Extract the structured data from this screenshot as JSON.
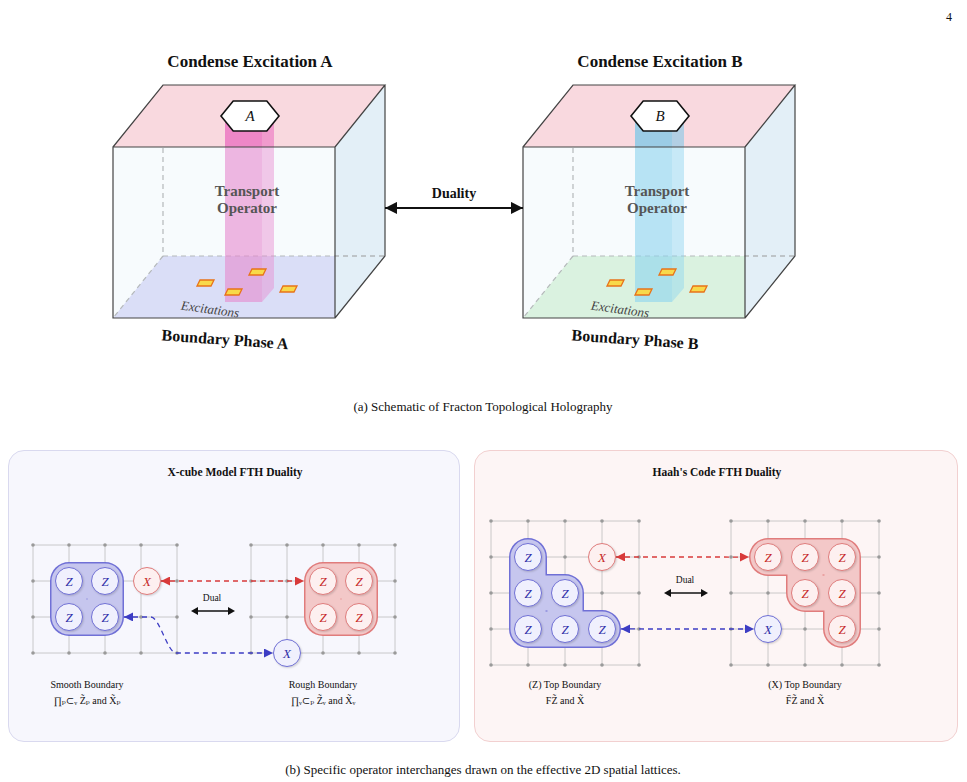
{
  "diagram": {
    "caption": "(b) Specific operator interchanges drawn on the effective 2D spatial lattices.",
    "nodes": [
      {
        "text": [
          "Condense Excitation A",
          "Transport Operator",
          "Excitations",
          "Boundary Phase A"
        ]
      },
      {
        "text": [
          "A"
        ],
        "in": 0
      },
      {
        "text": [
          "Condense Excitation B",
          "Transport Operator",
          "Excitations",
          "Boundary Phase B"
        ]
      },
      {
        "text": [
          "B"
        ],
        "in": 2
      },
      {
        "text": [
          "X-cube Model FTH Duality",
          "Smooth Boundary",
          "∏ₚ⊂ᵥ Z̃ₚ and X̃ₚ",
          "Rough Boundary",
          "∏ᵥ⊂ₚ Z̃ᵥ and X̃ᵥ"
        ]
      },
      {
        "text": [],
        "in": 4
      },
      {
        "text": [
          "Z"
        ],
        "in": 5
      },
      {
        "text": [
          "Z"
        ],
        "in": 5
      },
      {
        "text": [
          "Z"
        ],
        "in": 5
      },
      {
        "text": [
          "Z"
        ],
        "in": 5
      },
      {
        "text": [
          "X"
        ],
        "in": 4
      },
      {
        "text": [],
        "in": 4
      },
      {
        "text": [
          "Z"
        ],
        "in": 11
      },
      {
        "text": [
          "Z"
        ],
        "in": 11
      },
      {
        "text": [
          "Z"
        ],
        "in": 11
      },
      {
        "text": [
          "Z"
        ],
        "in": 11
      },
      {
        "text": [
          "X"
        ],
        "in": 4
      },
      {
        "text": [
          "Haah's Code FTH Duality",
          "(Z) Top Boundary",
          "FZ̃ and X̃",
          "(X) Top Boundary",
          "F̄Z̃ and X̃"
        ]
      },
      {
        "text": [],
        "in": 17
      },
      {
        "text": [
          "Z"
        ],
        "in": 18
      },
      {
        "text": [
          "Z"
        ],
        "in": 18
      },
      {
        "text": [
          "Z"
        ],
        "in": 18
      },
      {
        "text": [
          "Z"
        ],
        "in": 18
      },
      {
        "text": [
          "Z"
        ],
        "in": 18
      },
      {
        "text": [
          "Z"
        ],
        "in": 18
      },
      {
        "text": [
          "X"
        ],
        "in": 17
      },
      {
        "text": [],
        "in": 17
      },
      {
        "text": [
          "Z"
        ],
        "in": 26
      },
      {
        "text": [
          "Z"
        ],
        "in": 26
      },
      {
        "text": [
          "Z"
        ],
        "in": 26
      },
      {
        "text": [
          "Z"
        ],
        "in": 26
      },
      {
        "text": [
          "Z"
        ],
        "in": 26
      },
      {
        "text": [
          "Z"
        ],
        "in": 26
      },
      {
        "text": [
          "X"
        ],
        "in": 17
      }
    ],
    "edges": [
      {
        "from": 0,
        "to": 2,
        "arrow": "both",
        "label": "Duality"
      },
      {
        "from": 10,
        "to": 11,
        "arrow": "both"
      },
      {
        "from": 5,
        "to": 16,
        "arrow": "both"
      },
      {
        "from": 25,
        "to": 26,
        "arrow": "both"
      },
      {
        "from": 18,
        "to": 33,
        "arrow": "both"
      }
    ],
    "labels": [
      "4",
      "(a) Schematic of Fracton Topological Holography",
      "Dual",
      "Dual"
    ]
  }
}
